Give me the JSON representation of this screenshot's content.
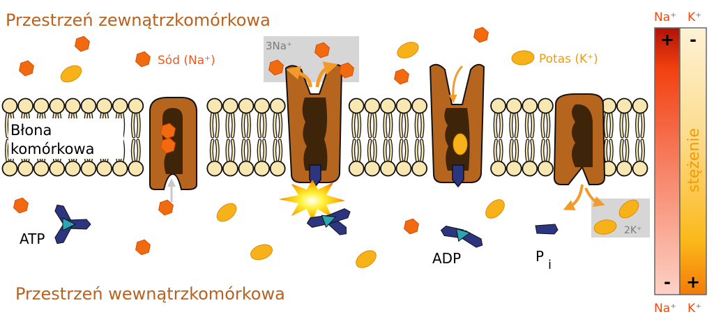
{
  "titles": {
    "extracellular": "Przestrzeń zewnątrzkomórkowa",
    "intracellular": "Przestrzeń wewnątrzkomórkowa"
  },
  "membrane_label": {
    "line1": "Błona",
    "line2": "komórkowa"
  },
  "legend": {
    "sodium": "Sód (Na⁺)",
    "potassium": "Potas (K⁺)"
  },
  "boxes": {
    "sodium_out": "3Na⁺",
    "potassium_in": "2K⁺"
  },
  "molecules": {
    "atp": "ATP",
    "adp": "ADP",
    "pi_main": "P",
    "pi_sub": "i"
  },
  "gradient_bar": {
    "top_na": "Na⁺",
    "top_k": "K⁺",
    "bottom_na": "Na⁺",
    "bottom_k": "K⁺",
    "na_top_sign": "+",
    "na_bottom_sign": "-",
    "k_top_sign": "-",
    "k_bottom_sign": "+",
    "axis_label": "stężenie"
  },
  "colors": {
    "sodium": "#f26a10",
    "potassium": "#f7b21a",
    "protein": "#b5651d",
    "protein_inner": "#3e2408",
    "atp": "#2b3580",
    "atp_center": "#2aa7b5",
    "lipid_head": "#f8e7b0",
    "title": "#b9621f"
  }
}
